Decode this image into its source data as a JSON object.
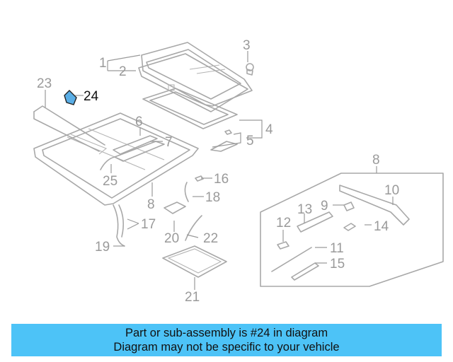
{
  "diagram": {
    "highlight_color": "#5aaee6",
    "highlighted_part": "24",
    "callouts": [
      "1",
      "2",
      "3",
      "4",
      "5",
      "6",
      "7",
      "8",
      "8",
      "9",
      "10",
      "11",
      "12",
      "13",
      "14",
      "15",
      "16",
      "17",
      "18",
      "19",
      "20",
      "21",
      "22",
      "23",
      "24",
      "25"
    ]
  },
  "banner": {
    "line1": "Part or sub-assembly is #24 in diagram",
    "line2": "Diagram may not be specific to your vehicle",
    "background": "#4dc3f7"
  }
}
